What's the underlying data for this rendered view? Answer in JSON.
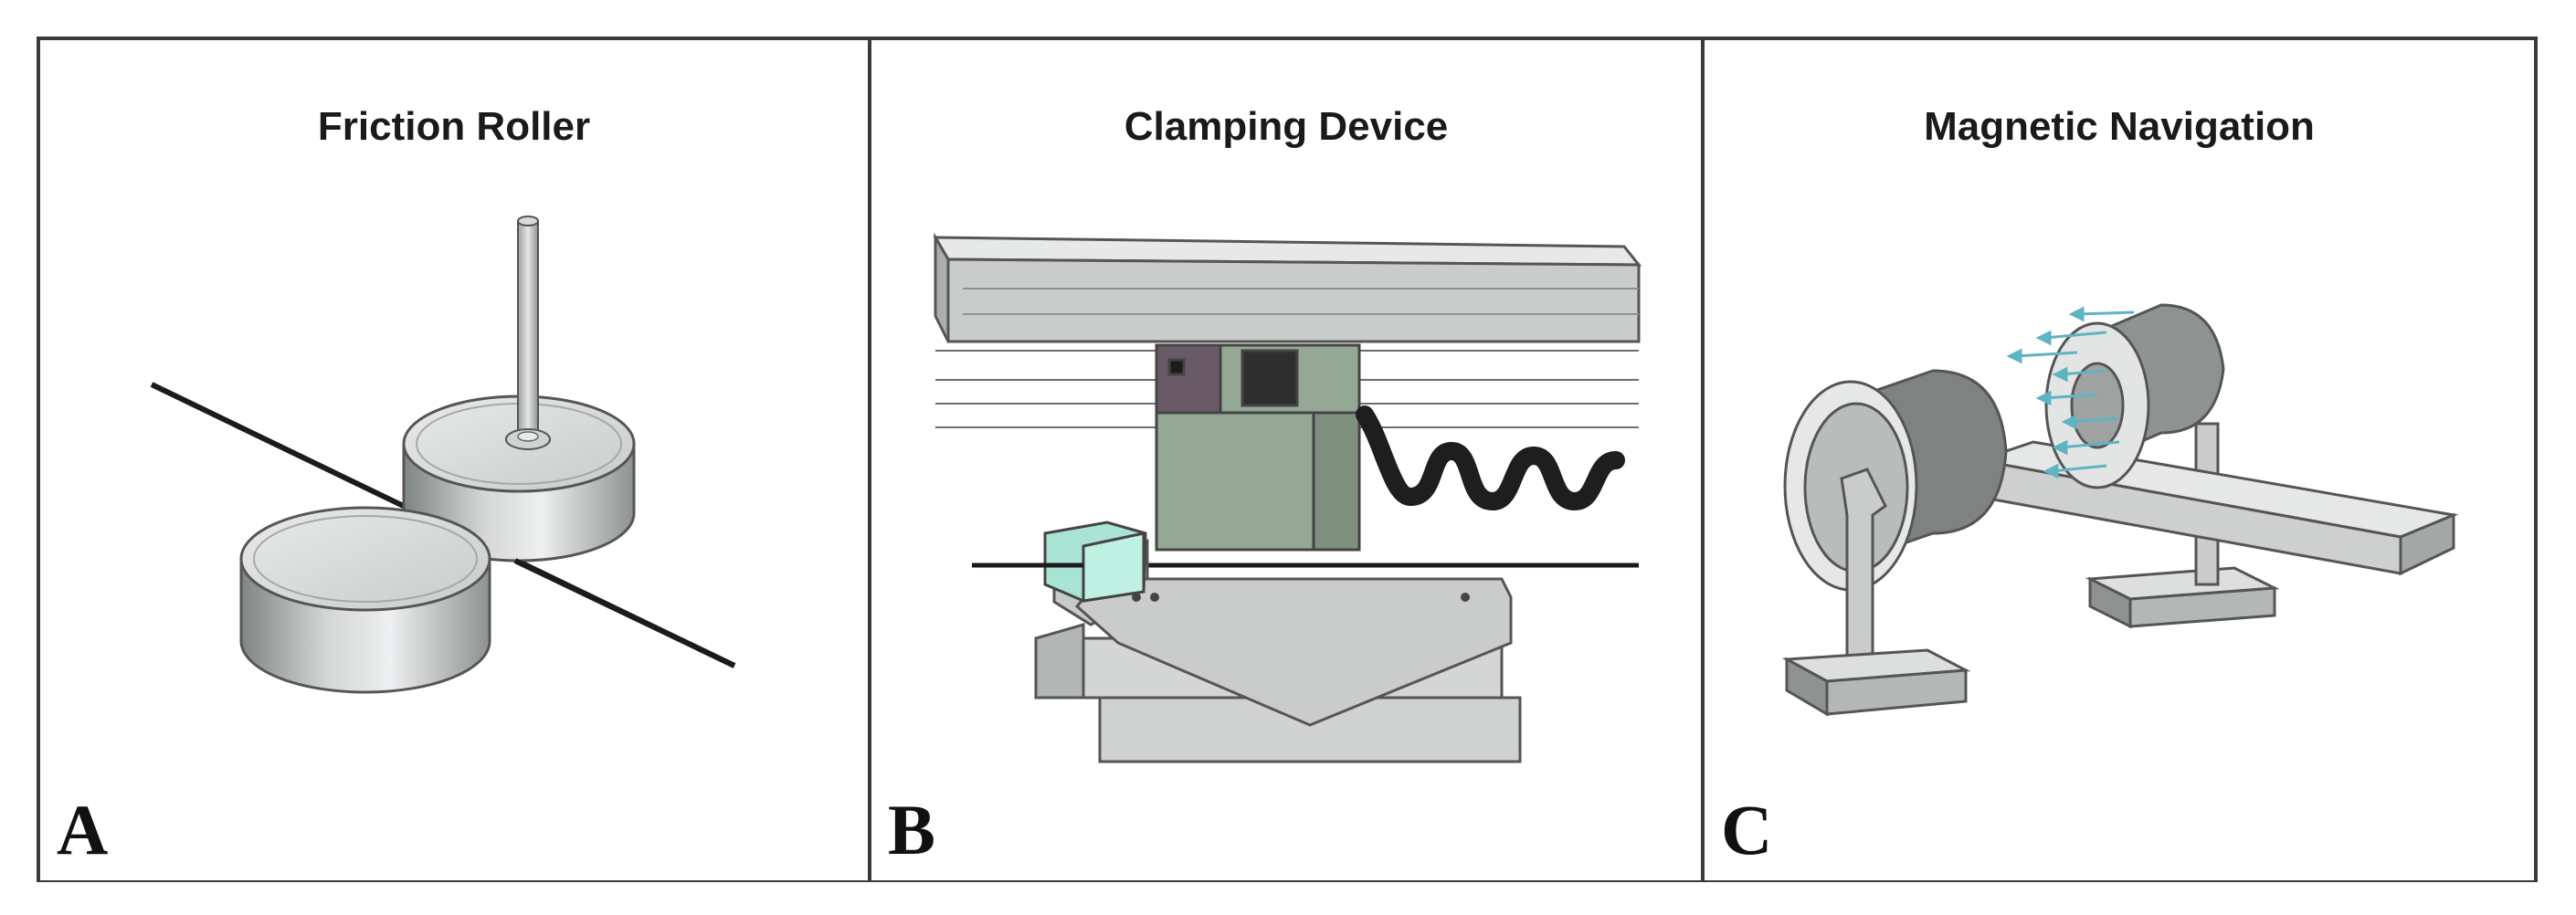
{
  "panels": [
    {
      "letter": "A",
      "title": "Friction Roller"
    },
    {
      "letter": "B",
      "title": "Clamping Device"
    },
    {
      "letter": "C",
      "title": "Magnetic Navigation"
    }
  ],
  "colors": {
    "frame": "#3a3a3a",
    "metal_light": "#d9dcda",
    "metal_mid": "#b7bbb9",
    "metal_dark": "#8e9391",
    "clamp_green": "#93a794",
    "clamp_green_dark": "#7e917f",
    "clamp_purple": "#6a5a68",
    "clamp_teal": "#a8e3d3",
    "arrow_teal": "#5fb3c2"
  }
}
